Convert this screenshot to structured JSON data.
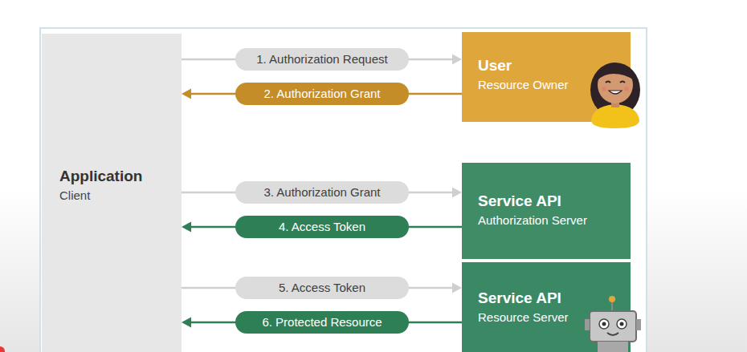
{
  "diagram": {
    "nodes": [
      {
        "text": [
          "Application",
          "Client"
        ]
      },
      {
        "text": [
          "User",
          "Resource Owner"
        ]
      },
      {
        "text": [
          "Service API",
          "Authorization Server"
        ]
      },
      {
        "text": [
          "Service API",
          "Resource Server"
        ]
      }
    ],
    "edges": [
      {
        "from": 0,
        "to": 1,
        "label": "1. Authorization Request",
        "arrow": "to"
      },
      {
        "from": 1,
        "to": 0,
        "label": "2. Authorization Grant",
        "arrow": "to"
      },
      {
        "from": 0,
        "to": 2,
        "label": "3. Authorization Grant",
        "arrow": "to"
      },
      {
        "from": 2,
        "to": 0,
        "label": "4. Access Token",
        "arrow": "to"
      },
      {
        "from": 0,
        "to": 3,
        "label": "5. Access Token",
        "arrow": "to"
      },
      {
        "from": 3,
        "to": 0,
        "label": "6. Protected Resource",
        "arrow": "to"
      }
    ]
  }
}
